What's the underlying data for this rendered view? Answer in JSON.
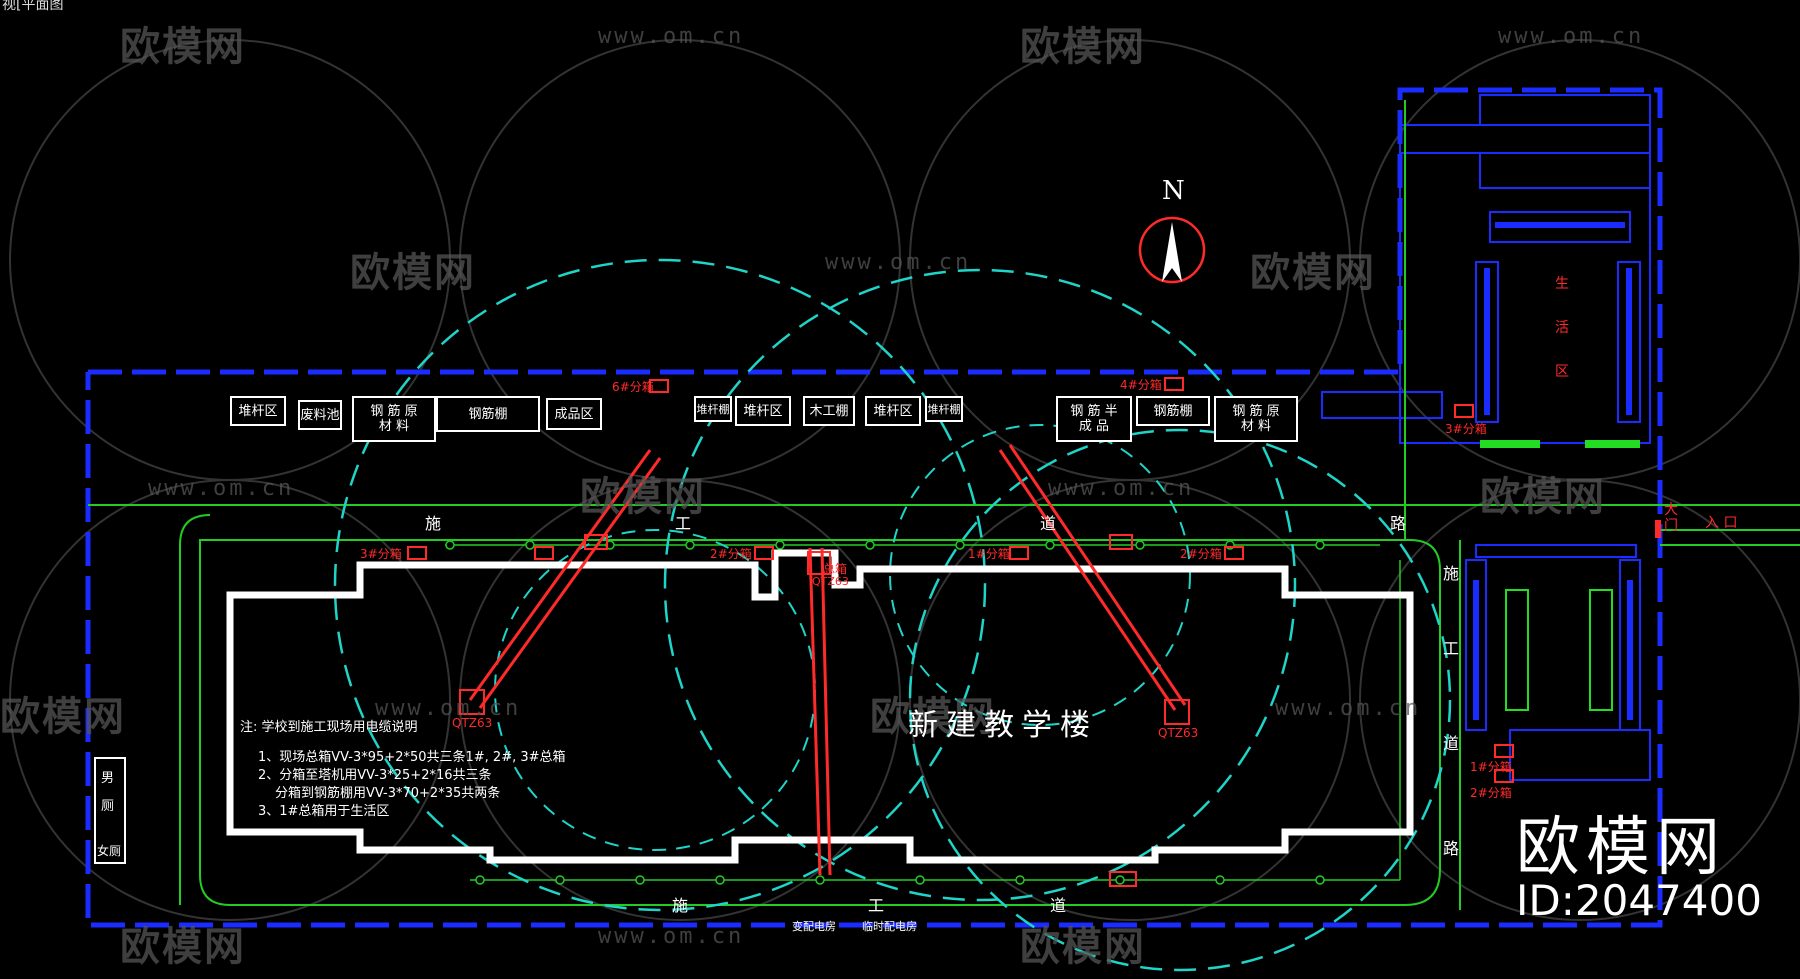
{
  "header": {
    "title": "视[平面图"
  },
  "watermark": {
    "logo_text": "欧模网",
    "url_text": "www.om.cn"
  },
  "compass": {
    "label": "N"
  },
  "building": {
    "name": "新建教学楼"
  },
  "areas": {
    "a1": "堆杆区",
    "a2": "废料池",
    "a3": "钢 筋 原\n材 料",
    "a4": "钢筋棚",
    "a5": "成品区",
    "a6": "堆杆棚",
    "a7": "堆杆区",
    "a8": "木工棚",
    "a9": "堆杆区",
    "a10": "堆杆棚",
    "a11": "钢 筋 半\n成 品",
    "a12": "钢筋棚",
    "a13": "钢 筋 原\n材 料"
  },
  "distribution_boxes": {
    "b1": "6#分箱",
    "b2": "4#分箱",
    "b3": "3#分箱",
    "b4": "2#分箱",
    "b5": "总箱",
    "b6": "2#分箱",
    "b7": "1#分箱",
    "b8": "3#分箱",
    "b9": "1#分箱",
    "b10": "2#分箱"
  },
  "cranes": {
    "c1": "QTZ63",
    "c2": "QTZ63",
    "c3": "QTZ63"
  },
  "roads": {
    "r1": "施",
    "r2": "工",
    "r3": "道",
    "r4": "路",
    "r5": "施",
    "r6": "工",
    "r7": "道",
    "r8": "路",
    "r9": "施",
    "r10": "工",
    "r11": "道"
  },
  "entrance": {
    "gate": "大\n门",
    "label": "入 口"
  },
  "toilet": {
    "men": "男\n厕",
    "women": "女厕"
  },
  "living_area": {
    "label": "生\n活\n区"
  },
  "notes": {
    "title": "注: 学校到施工现场用电缆说明",
    "line1": "1、现场总箱VV-3*95+2*50共三条1#, 2#, 3#总箱",
    "line2": "2、分箱至塔机用VV-3*25+2*16共三条",
    "line3": "分箱到钢筋棚用VV-3*70+2*35共两条",
    "line4": "3、1#总箱用于生活区"
  },
  "bottom_labels": {
    "l1": "变配电房",
    "l2": "临时配电房"
  },
  "corner_brand": {
    "name": "欧模网",
    "id": "ID:2047400"
  },
  "colors": {
    "boundary": "#1a2cff",
    "road": "#22cc22",
    "crane_radius": "#1fd4c8",
    "crane_arm": "#ff2a2a",
    "building": "#ffffff"
  }
}
